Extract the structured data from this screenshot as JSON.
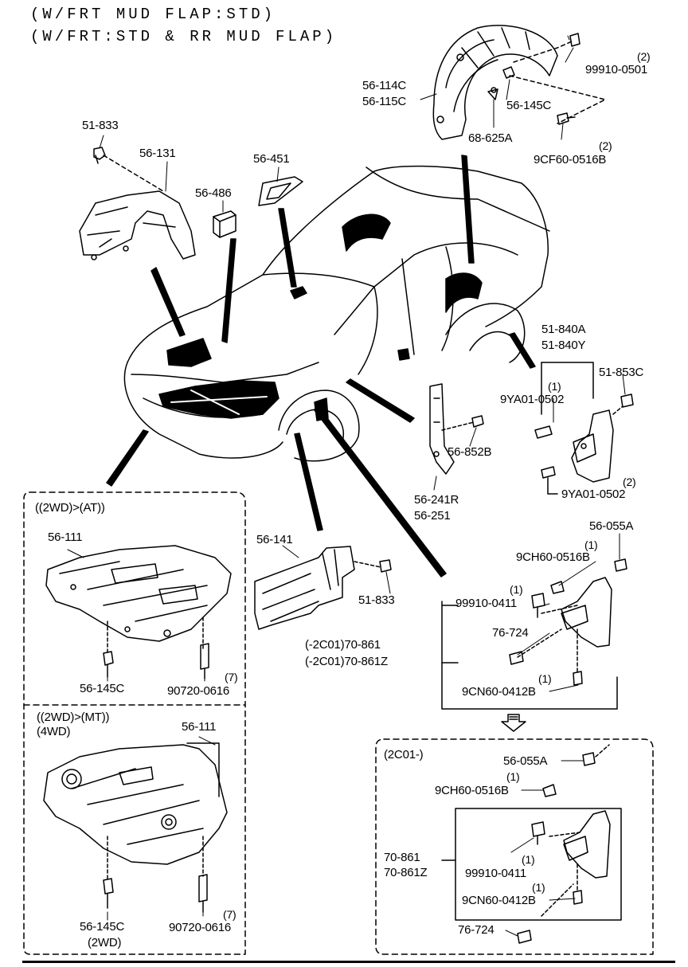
{
  "header": {
    "line1": "(W/FRT MUD FLAP:STD)",
    "line2": "(W/FRT:STD & RR MUD FLAP)"
  },
  "sections": {
    "at_2wd": "((2WD)>(AT))",
    "mt_2wd": "((2WD)>(MT))",
    "mt_4wd": "(4WD)",
    "later_2c01": "(2C01-)",
    "note_2wd": "(2WD)"
  },
  "parts": {
    "p51_833_top": "51-833",
    "p56_131": "56-131",
    "p56_451": "56-451",
    "p56_486": "56-486",
    "p56_114c": "56-114C",
    "p56_115c": "56-115C",
    "p99910_0501": "99910-0501",
    "q99910_0501": "(2)",
    "p56_145c_top": "56-145C",
    "p68_625a": "68-625A",
    "p9cf60": "9CF60-0516B",
    "q9cf60": "(2)",
    "p51_840a": "51-840A",
    "p51_840y": "51-840Y",
    "p51_853c": "51-853C",
    "p9ya01_a": "9YA01-0502",
    "q9ya01_a": "(1)",
    "p9ya01_b": "9YA01-0502",
    "q9ya01_b": "(2)",
    "p56_852b": "56-852B",
    "p56_241r": "56-241R",
    "p56_251": "56-251",
    "p56_111_a": "56-111",
    "p56_145c_a": "56-145C",
    "p90720_a": "90720-0616",
    "q90720_a": "(7)",
    "p56_141": "56-141",
    "p51_833_mid": "51-833",
    "p56_055a_a": "56-055A",
    "p9ch60_a": "9CH60-0516B",
    "q9ch60_a": "(1)",
    "p99910_0411_a": "99910-0411",
    "q99910_0411_a": "(1)",
    "p76_724_a": "76-724",
    "p70_861_a": "(-2C01)70-861",
    "p70_861z_a": "(-2C01)70-861Z",
    "p9cn60_a": "9CN60-0412B",
    "q9cn60_a": "(1)",
    "p56_111_b": "56-111",
    "p56_145c_b": "56-145C",
    "p90720_b": "90720-0616",
    "q90720_b": "(7)",
    "p56_055a_b": "56-055A",
    "p9ch60_b": "9CH60-0516B",
    "q9ch60_b": "(1)",
    "p70_861_b": "70-861",
    "p70_861z_b": "70-861Z",
    "p99910_0411_b": "99910-0411",
    "q99910_0411_b": "(1)",
    "p9cn60_b": "9CN60-0412B",
    "q9cn60_b": "(1)",
    "p76_724_b": "76-724"
  }
}
